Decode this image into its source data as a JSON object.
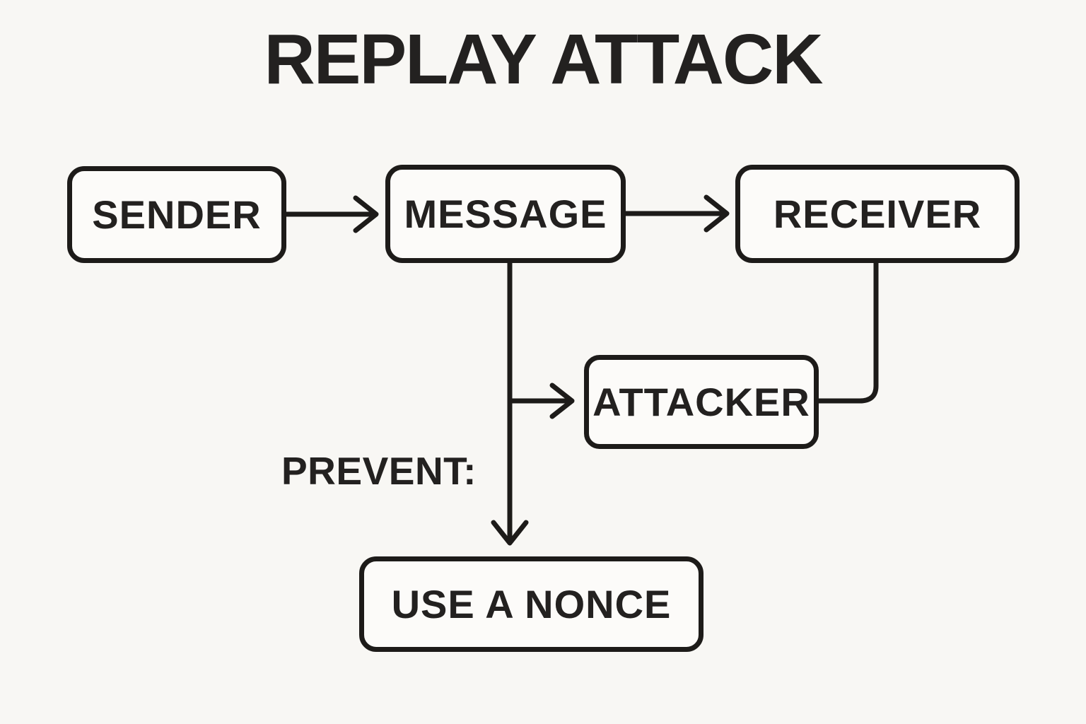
{
  "title": "REPLAY ATTACK",
  "diagram": {
    "nodes": [
      {
        "id": "sender",
        "label": "SENDER"
      },
      {
        "id": "message",
        "label": "MESSAGE"
      },
      {
        "id": "receiver",
        "label": "RECEIVER"
      },
      {
        "id": "attacker",
        "label": "ATTACKER"
      },
      {
        "id": "use-a-nonce",
        "label": "USE A NONCE"
      }
    ],
    "annotations": [
      {
        "id": "prevent",
        "text": "PREVENT:"
      }
    ],
    "edges": [
      {
        "from": "sender",
        "to": "message",
        "style": "arrow"
      },
      {
        "from": "message",
        "to": "receiver",
        "style": "arrow"
      },
      {
        "from": "message",
        "to": "attacker",
        "style": "arrow"
      },
      {
        "from": "receiver",
        "to": "attacker",
        "style": "elbow-line"
      },
      {
        "from": "message",
        "to": "use-a-nonce",
        "style": "arrow"
      }
    ],
    "colors": {
      "background": "#f8f7f4",
      "stroke": "#1d1b19",
      "node_fill": "#fcfbf9",
      "text": "#232120"
    }
  }
}
